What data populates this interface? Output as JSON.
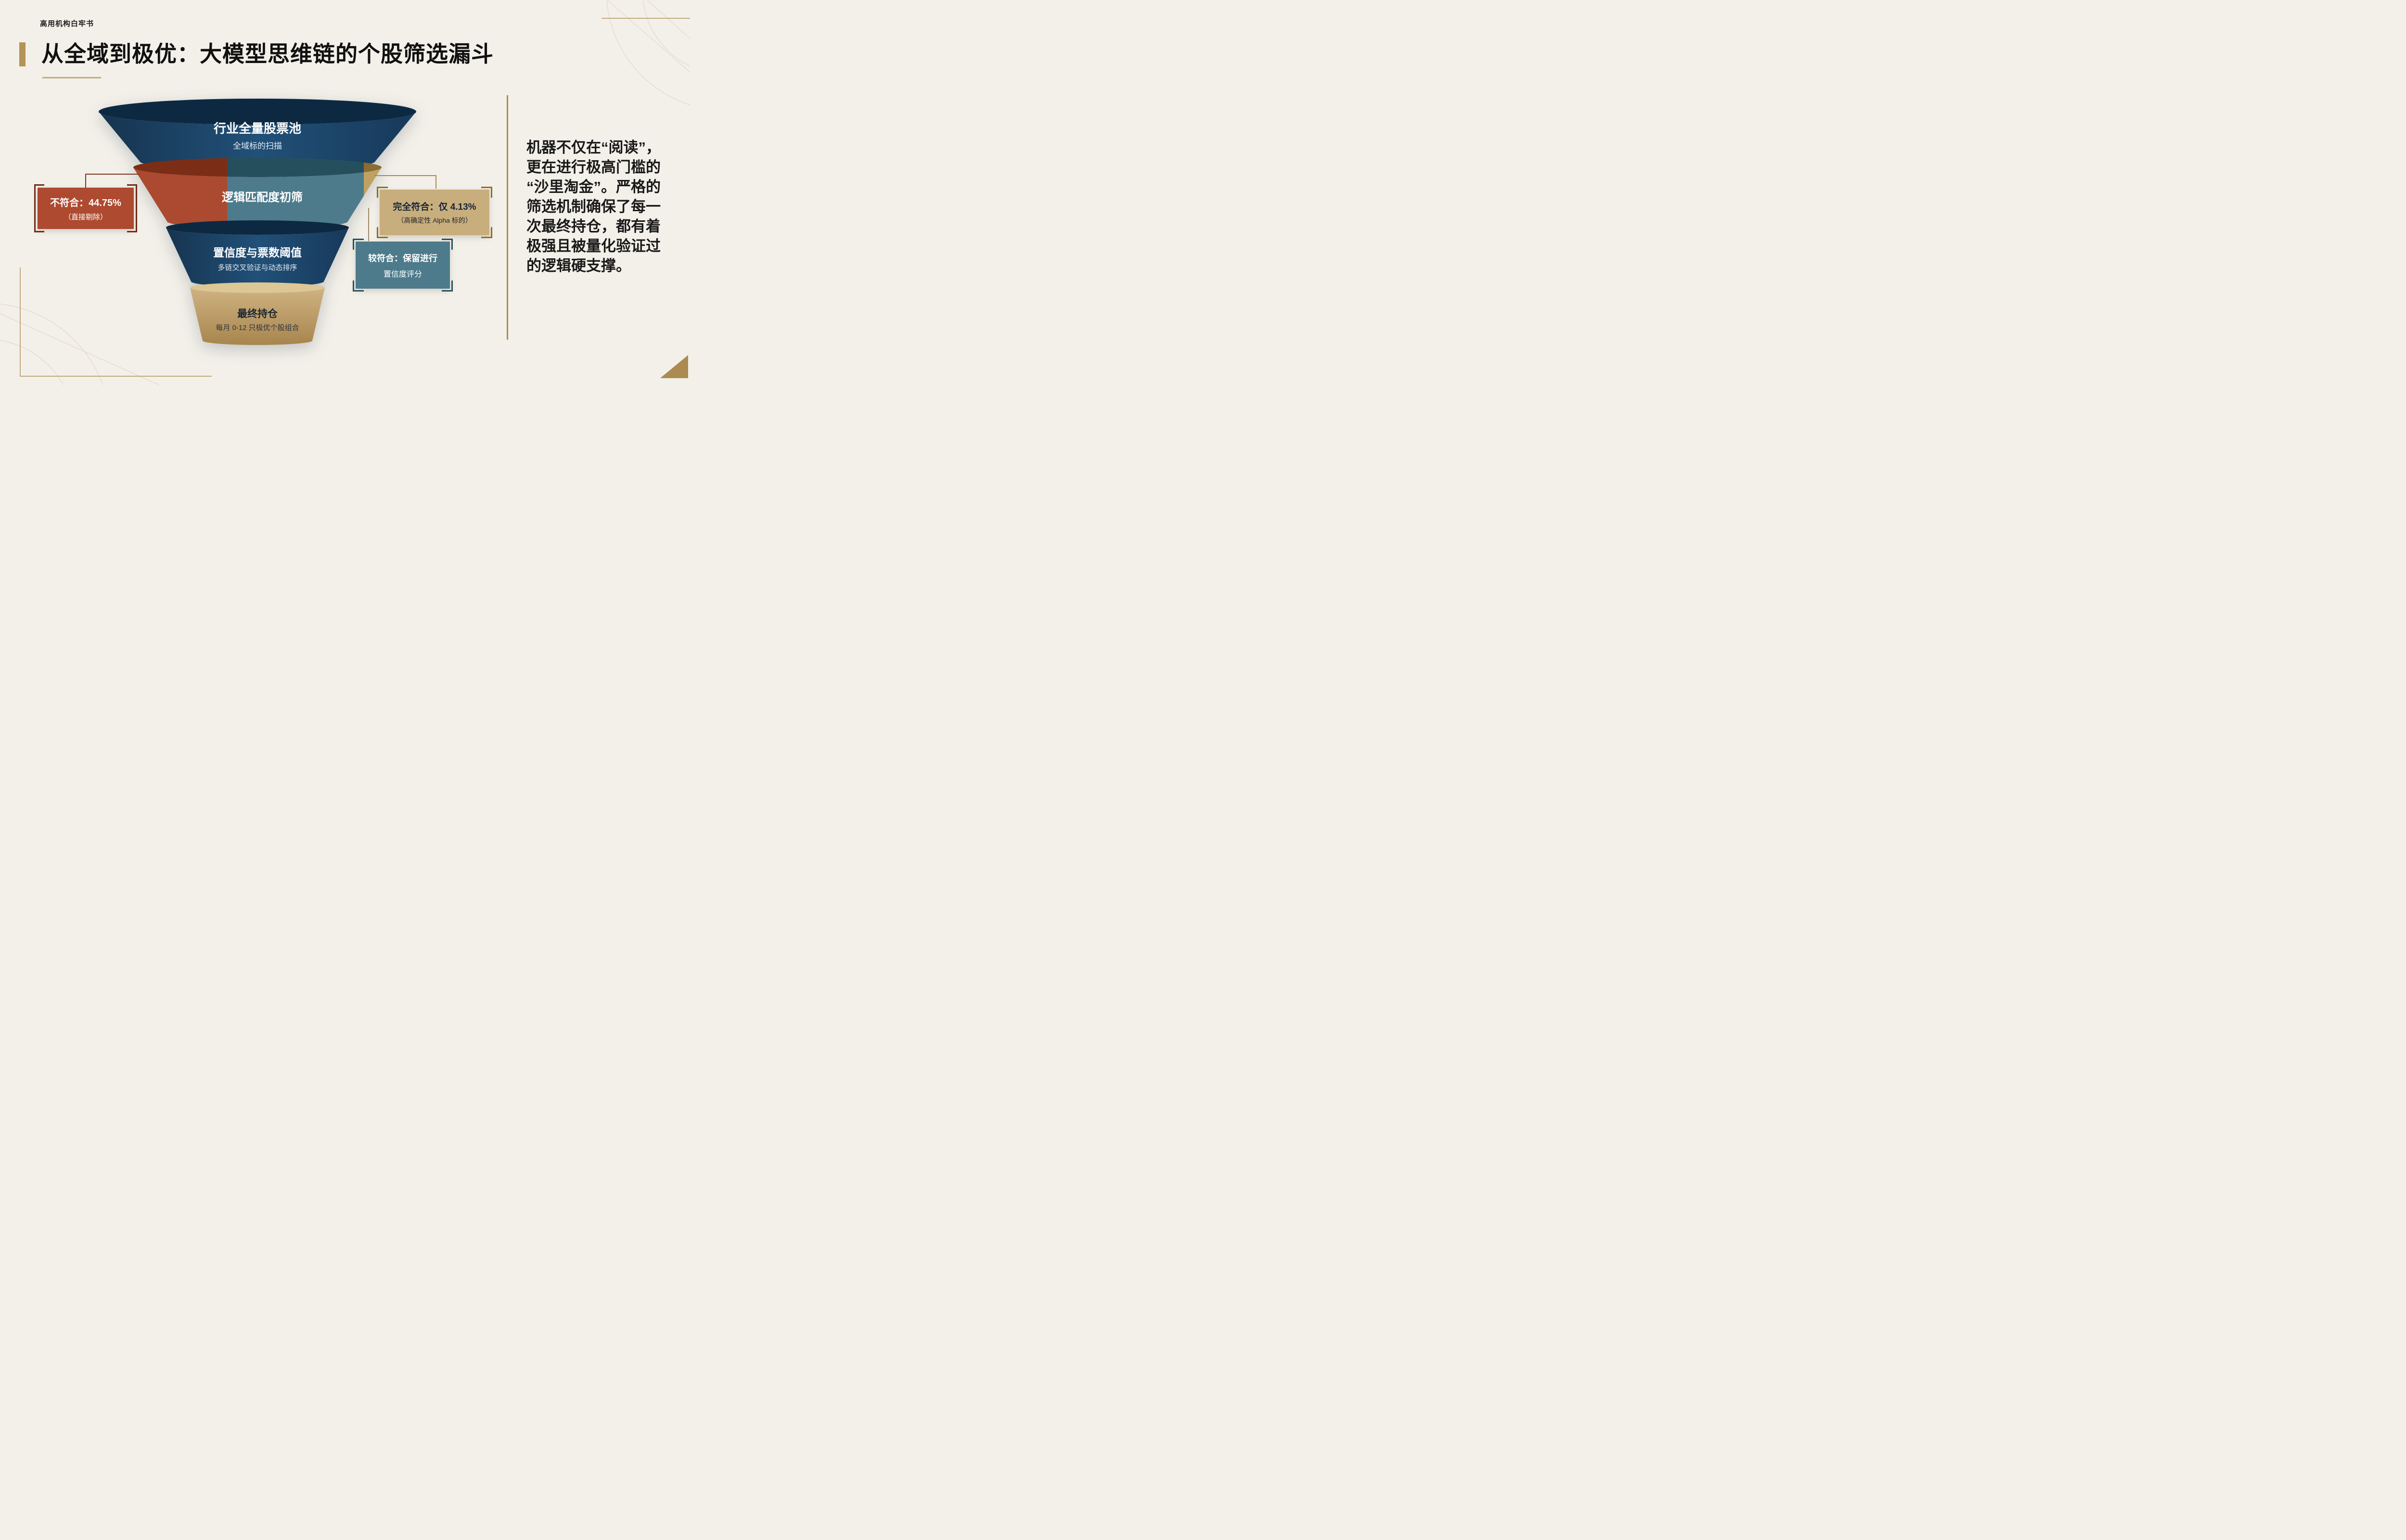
{
  "page": {
    "eyebrow": "高用机构白牢书",
    "title": "从全域到极优：大模型思维链的个股筛选漏斗"
  },
  "funnel": {
    "type": "funnel",
    "layers": [
      {
        "title": "行业全量股票池",
        "subtitle": "全域标的扫描"
      },
      {
        "title": "逻辑匹配度初筛",
        "subtitle": ""
      },
      {
        "title": "置信度与票数阈值",
        "subtitle": "多链交叉验证与动态排序"
      },
      {
        "title": "最终持仓",
        "subtitle": "每月 0-12 只极优个股组合"
      }
    ]
  },
  "callouts": {
    "reject": {
      "line1": "不符合：44.75%",
      "line2": "（直接剔除）"
    },
    "full_match": {
      "line1": "完全符合：仅 4.13%",
      "line2": "（高确定性 Alpha 标的）"
    },
    "partial_match": {
      "line1": "较符合：保留进行",
      "line2": "置信度评分"
    }
  },
  "aside": {
    "text": "机器不仅在“阅读”，\n更在进行极高门槛的\n“沙里淘金”。严格的\n筛选机制确保了每一\n次最终持仓，都有着\n极强且被量化验证过\n的逻辑硬支撑。"
  },
  "colors": {
    "background": "#f3f0e9",
    "navy": "#1c4467",
    "red": "#ab4a30",
    "teal": "#4d7b8b",
    "gold": "#c0a163",
    "accent_gold": "#b49357"
  }
}
